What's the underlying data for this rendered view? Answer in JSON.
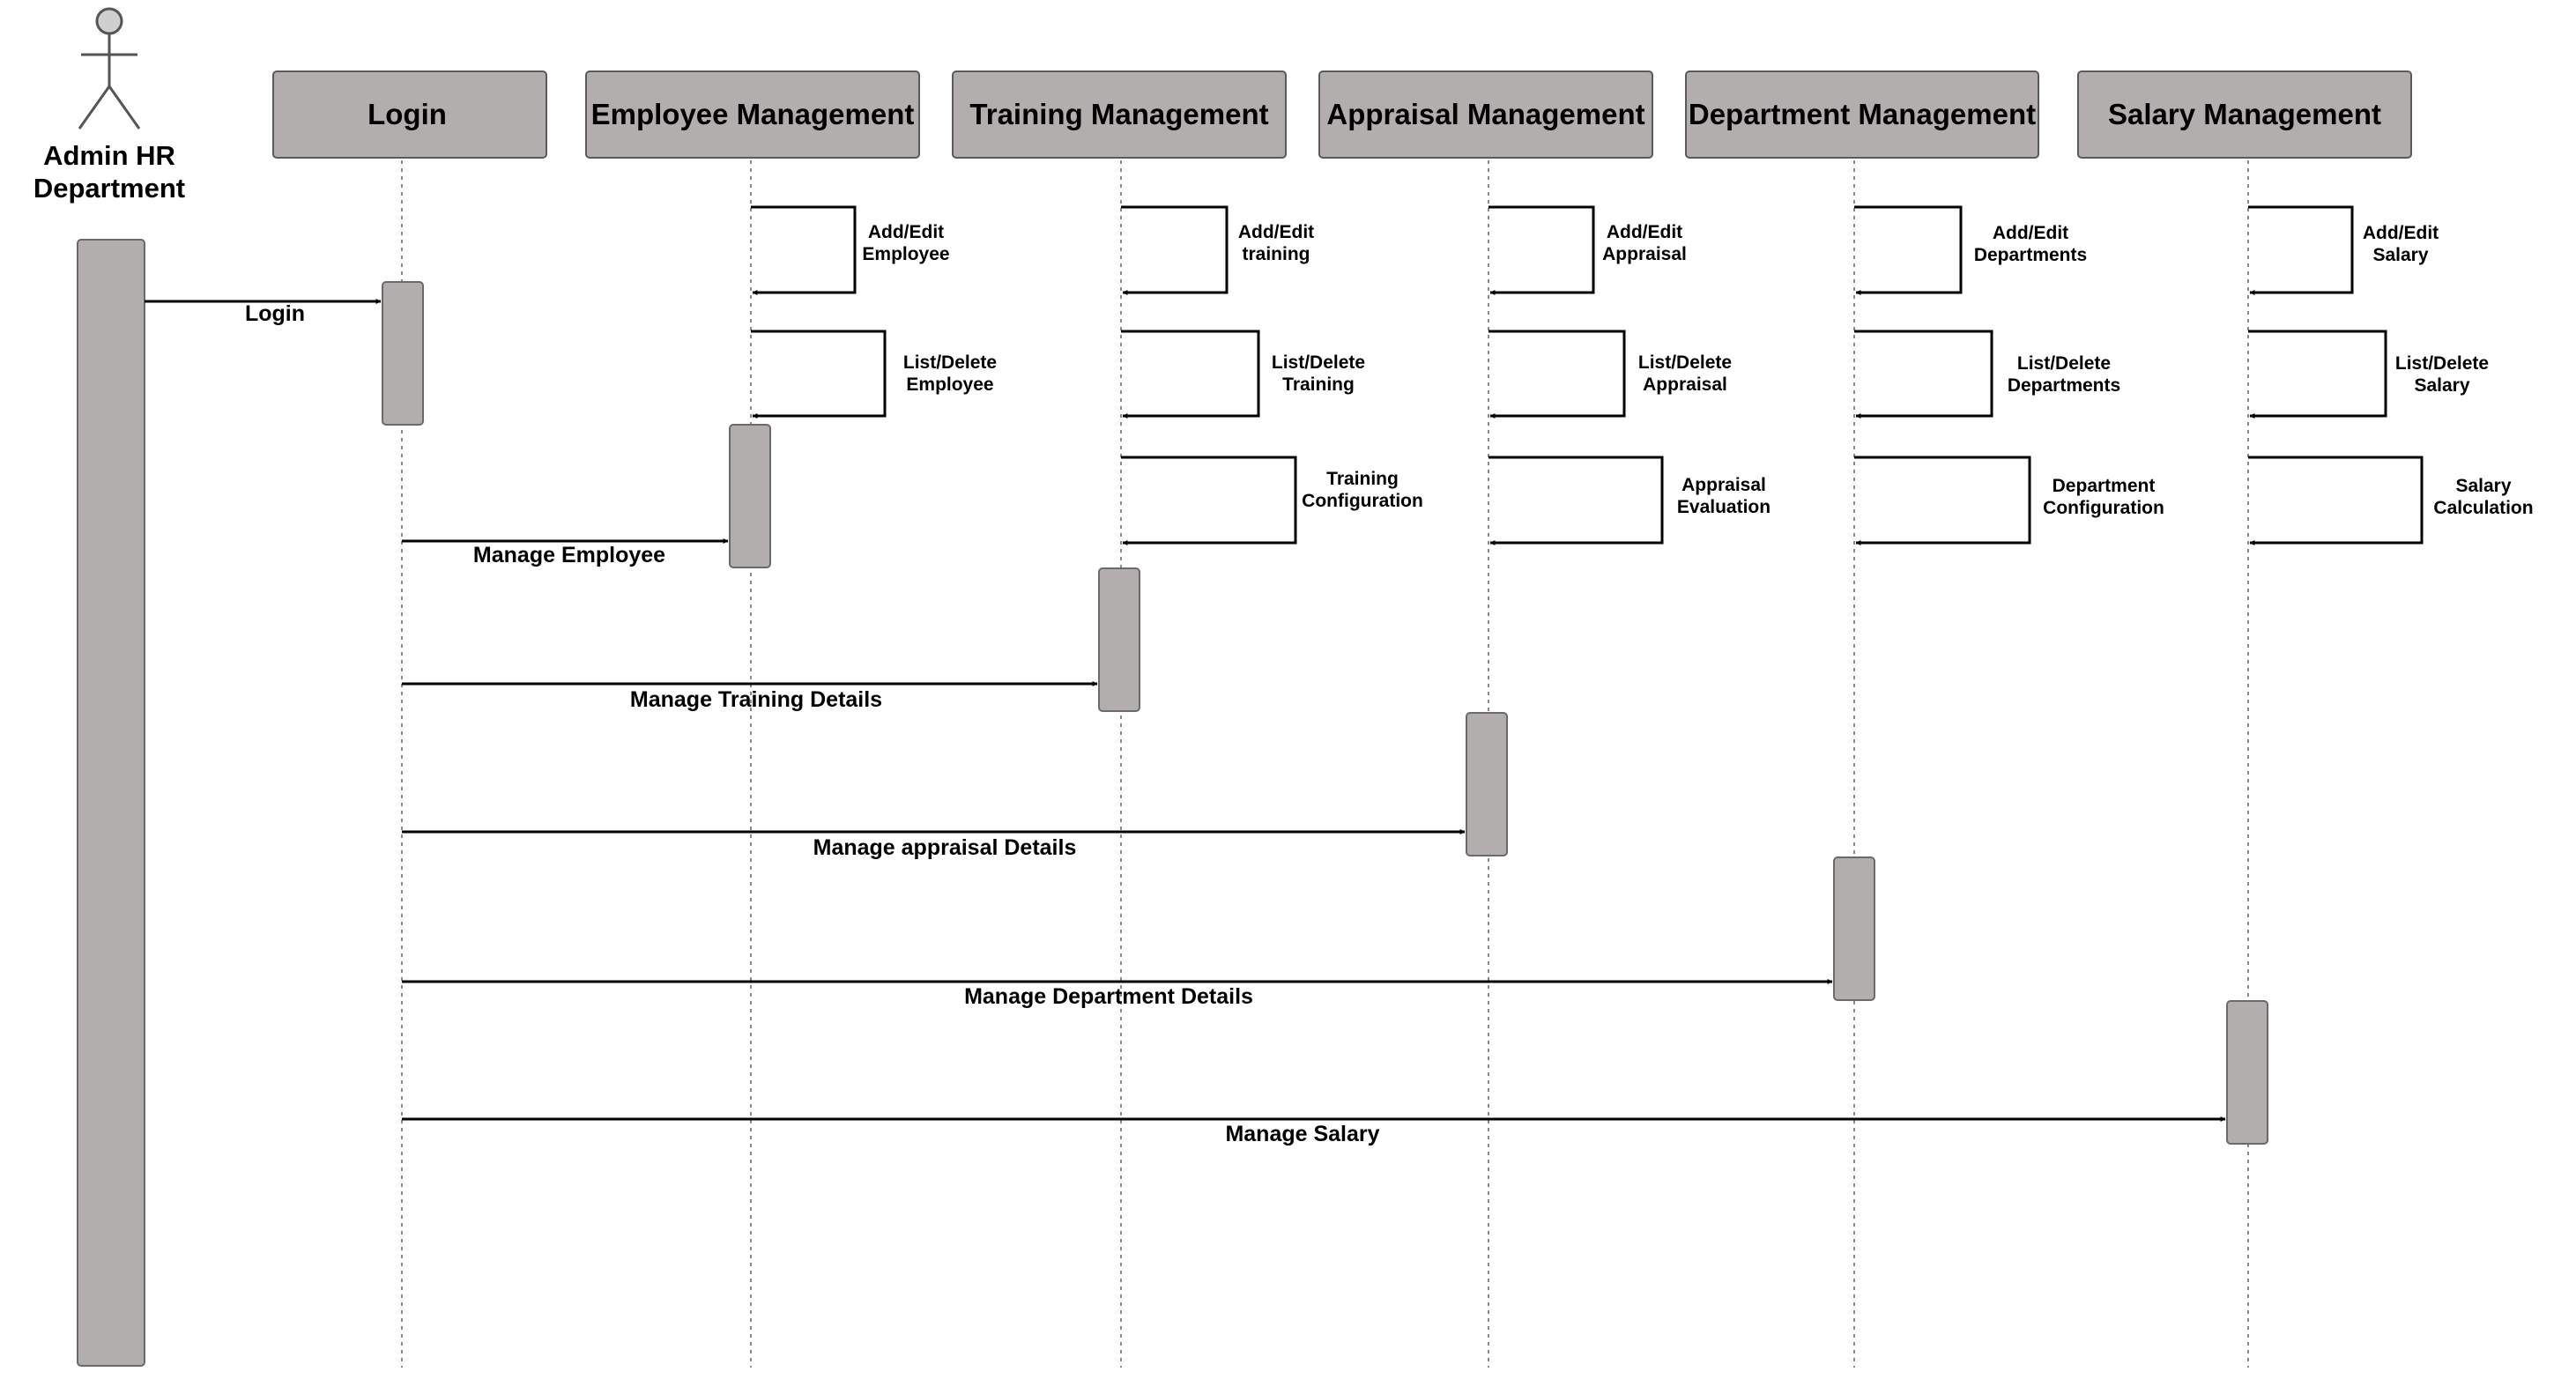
{
  "diagram": {
    "actor": {
      "name": [
        "Admin HR",
        "Department"
      ],
      "icon": "stick-figure-icon"
    },
    "participants": [
      {
        "id": "login",
        "label": "Login"
      },
      {
        "id": "employee",
        "label": "Employee Management"
      },
      {
        "id": "training",
        "label": "Training Management"
      },
      {
        "id": "appraisal",
        "label": "Appraisal Management"
      },
      {
        "id": "department",
        "label": "Department Management"
      },
      {
        "id": "salary",
        "label": "Salary Management"
      }
    ],
    "messages": [
      {
        "label": "Login",
        "to": "login"
      },
      {
        "label": "Manage Employee",
        "to": "employee"
      },
      {
        "label": "Manage Training Details",
        "to": "training"
      },
      {
        "label": "Manage appraisal Details",
        "to": "appraisal"
      },
      {
        "label": "Manage Department Details",
        "to": "department"
      },
      {
        "label": "Manage Salary",
        "to": "salary"
      }
    ],
    "self_messages": {
      "employee": [
        [
          "Add/Edit",
          "Employee"
        ],
        [
          "List/Delete",
          "Employee"
        ]
      ],
      "training": [
        [
          "Add/Edit",
          "training"
        ],
        [
          "List/Delete",
          "Training"
        ],
        [
          "Training",
          "Configuration"
        ]
      ],
      "appraisal": [
        [
          "Add/Edit",
          "Appraisal"
        ],
        [
          "List/Delete",
          "Appraisal"
        ],
        [
          "Appraisal",
          "Evaluation"
        ]
      ],
      "department": [
        [
          "Add/Edit",
          "Departments"
        ],
        [
          "List/Delete",
          "Departments"
        ],
        [
          "Department",
          "Configuration"
        ]
      ],
      "salary": [
        [
          "Add/Edit",
          "Salary"
        ],
        [
          "List/Delete",
          "Salary"
        ],
        [
          "Salary",
          "Calculation"
        ]
      ]
    },
    "colors": {
      "box_fill": "#b2aeae",
      "box_stroke": "#5a5a5a",
      "line": "#000000",
      "lifeline": "#8a8a8a"
    }
  }
}
